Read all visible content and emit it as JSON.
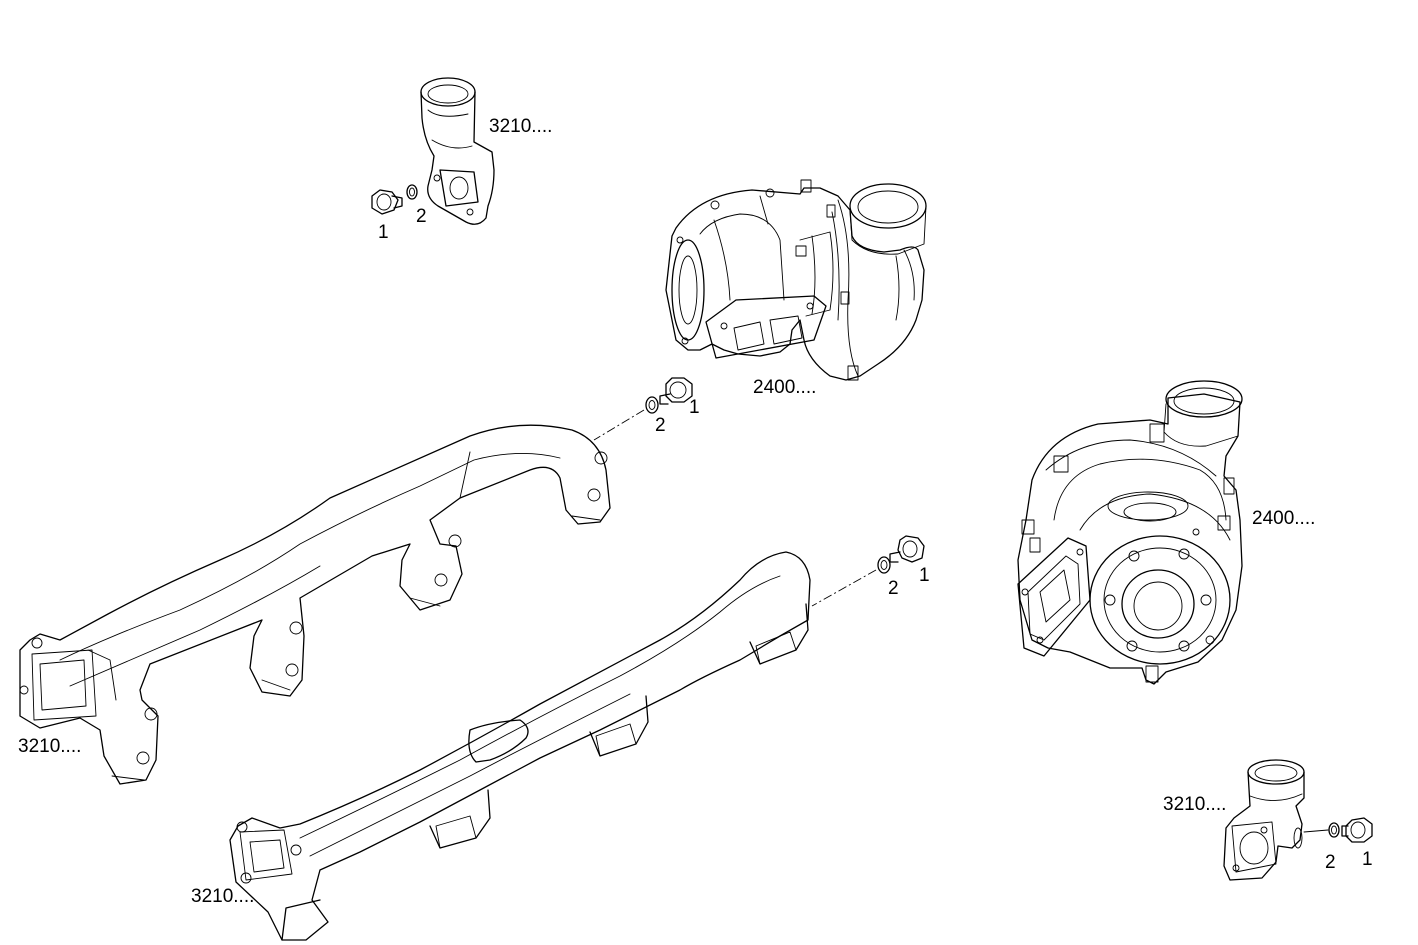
{
  "labels": {
    "part_3210": "3210....",
    "part_2400": "2400....",
    "item_1": "1",
    "item_2": "2"
  }
}
